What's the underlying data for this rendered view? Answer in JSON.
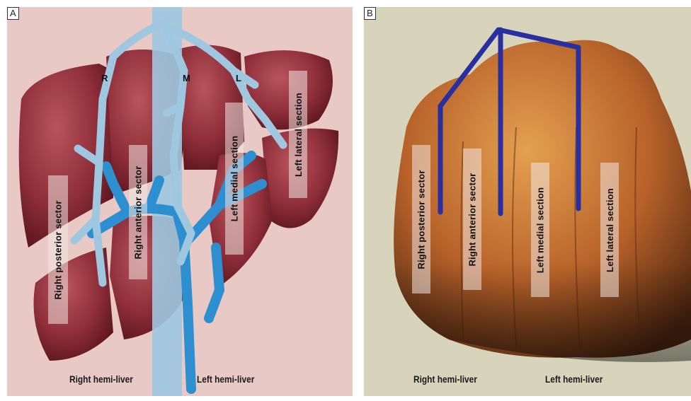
{
  "panel_a": {
    "letter": "A",
    "vessels": {
      "r": "R",
      "m": "M",
      "l": "L"
    },
    "sections": {
      "right_posterior": "Right posterior sector",
      "right_anterior": "Right anterior sector",
      "left_medial": "Left medial section",
      "left_lateral": "Left lateral section"
    },
    "hemi": {
      "right": "Right hemi-liver",
      "left": "Left hemi-liver"
    },
    "colors": {
      "background": "#e8c9c5",
      "liver": "#8f2f3a",
      "hepatic_veins": "#9fc8e0",
      "portal_veins": "#2e8fd0"
    }
  },
  "panel_b": {
    "letter": "B",
    "sections": {
      "right_posterior": "Right posterior sector",
      "right_anterior": "Right anterior sector",
      "left_medial": "Left medial section",
      "left_lateral": "Left lateral section"
    },
    "hemi": {
      "right": "Right hemi-liver",
      "left": "Left hemi-liver"
    },
    "colors": {
      "background": "#d8d4bc",
      "fist": "#c0702a",
      "vein_lines": "#2a2fa0"
    }
  }
}
